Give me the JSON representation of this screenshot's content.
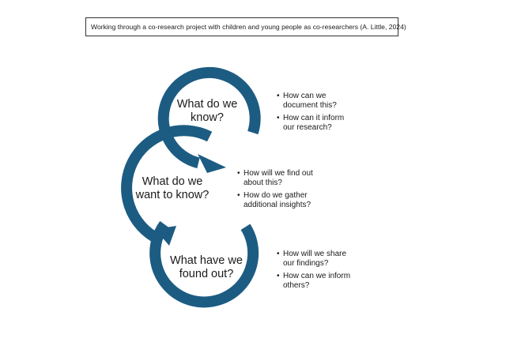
{
  "title": "Working through a co-research project with children and young people as co-researchers (A. Little, 2024)",
  "colors": {
    "ring": "#1d5c82",
    "text": "#1a1a1a",
    "border": "#333333"
  },
  "loops": [
    {
      "question_lines": [
        "What do we",
        "know?"
      ],
      "bullets": [
        "How can we document this?",
        "How can it inform our research?"
      ]
    },
    {
      "question_lines": [
        "What do we",
        "want to know?"
      ],
      "bullets": [
        "How will we find out about this?",
        "How do we gather additional insights?"
      ]
    },
    {
      "question_lines": [
        "What have we",
        "found out?"
      ],
      "bullets": [
        "How will we share our findings?",
        "How can we inform others?"
      ]
    }
  ]
}
